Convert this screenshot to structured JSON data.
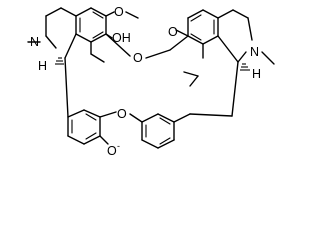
{
  "atoms": {
    "n_left": "N",
    "h_left": "H",
    "oh": "OH",
    "o_bridge_top": "O",
    "o_top_left_methoxy": "O",
    "o_top_right_methoxy": "O",
    "n_right": "N",
    "h_right": "H",
    "o_bridge_bottom": "O",
    "o_phenoxide": "O",
    "charge": "-"
  }
}
